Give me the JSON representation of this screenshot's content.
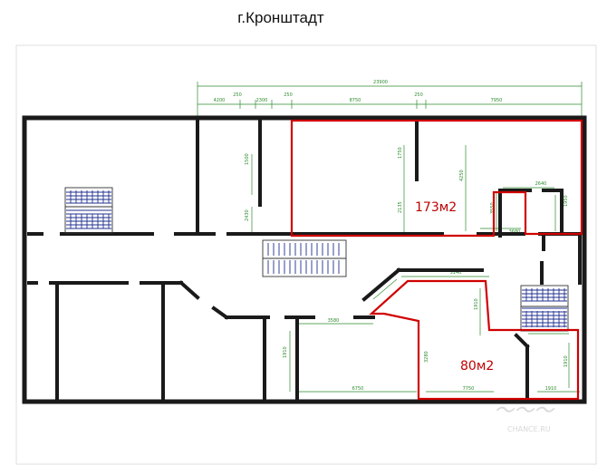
{
  "title": "г.Кронштадт",
  "rooms": [
    {
      "label": "173м2"
    },
    {
      "label": "80м2"
    }
  ],
  "dimensions": {
    "total": "23900",
    "top": [
      "4200",
      "250",
      "2300",
      "250",
      "8750",
      "250",
      "7950"
    ],
    "vertical": [
      "1500",
      "2430",
      "1750",
      "2135",
      "4250",
      "3550",
      "1950",
      "1910",
      "3280",
      "1910",
      "1910"
    ],
    "horizontal": [
      "2640",
      "3680",
      "3580",
      "5140",
      "6750",
      "7750",
      "1910"
    ]
  },
  "watermark": "CHANCE.RU",
  "colors": {
    "wall": "#1a1a1a",
    "dim": "#2e8b2e",
    "highlight": "#d00000",
    "stair": "#1f2f8f"
  }
}
